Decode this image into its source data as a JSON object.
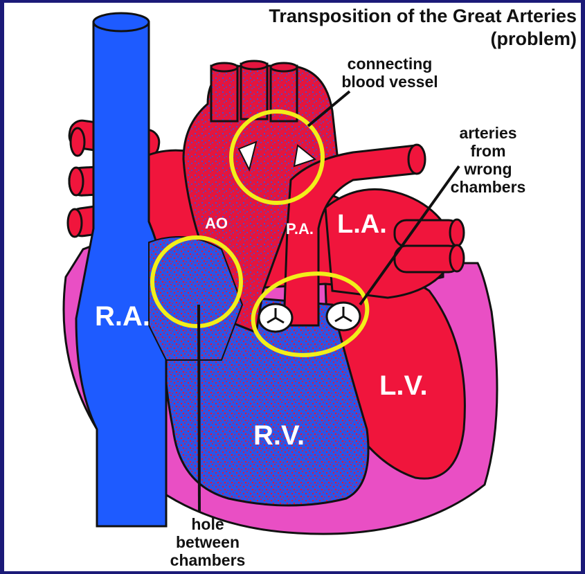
{
  "title": {
    "line1": "Transposition of the Great Arteries",
    "line2": "(problem)"
  },
  "callouts": {
    "connecting": {
      "line1": "connecting",
      "line2": "blood vessel"
    },
    "arteries": {
      "line1": "arteries",
      "line2": "from",
      "line3": "wrong",
      "line4": "chambers"
    },
    "hole": {
      "line1": "hole",
      "line2": "between",
      "line3": "chambers"
    }
  },
  "chambers": {
    "ra": "R.A.",
    "rv": "R.V.",
    "la": "L.A.",
    "lv": "L.V.",
    "ao": "AO",
    "pa": "P.A."
  },
  "colors": {
    "frame": "#1b1a78",
    "oxygenated_red": "#f0153c",
    "deoxygenated_blue": "#1e5bff",
    "muscle_pink": "#e94fc4",
    "highlight_yellow": "#f2ef1a",
    "outline": "#111111"
  }
}
